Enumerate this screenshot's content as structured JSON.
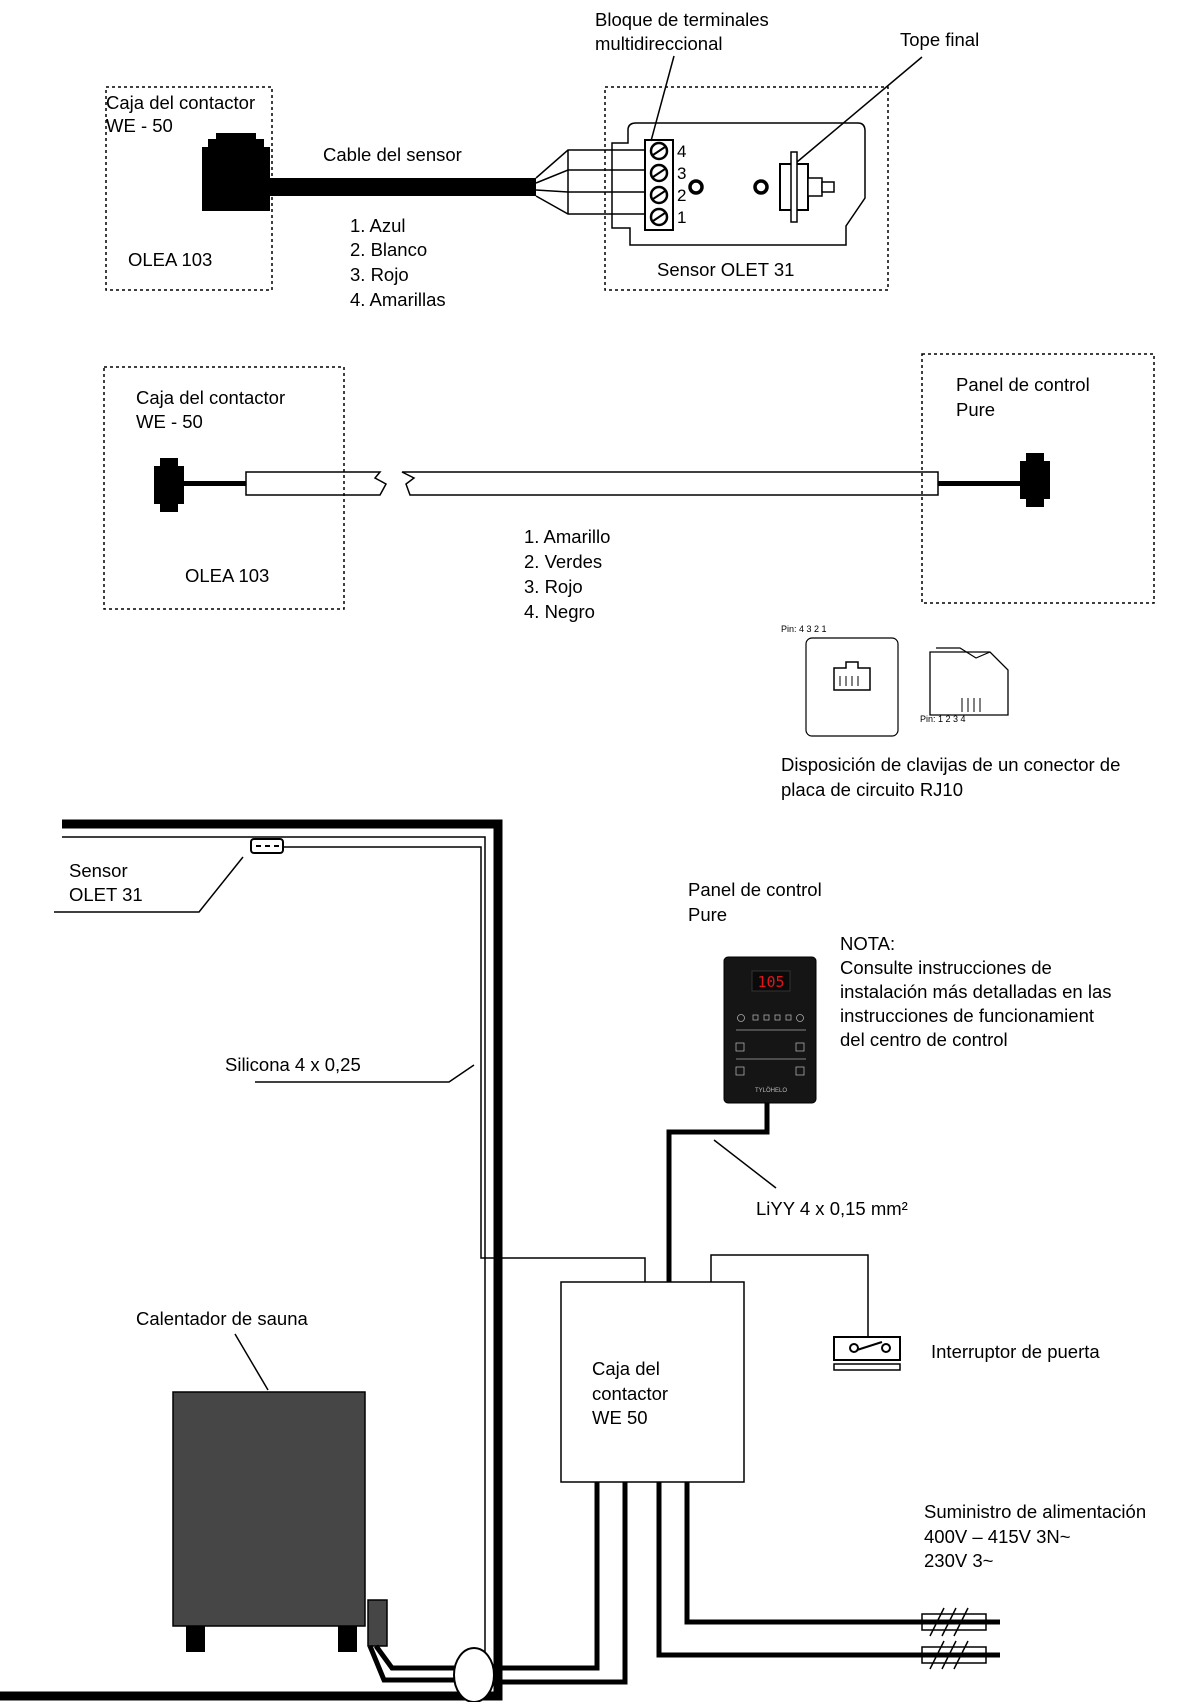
{
  "top": {
    "contactor_box_title": [
      "Caja del contactor",
      "WE - 50"
    ],
    "contactor_box_model": "OLEA 103",
    "sensor_cable_label": "Cable del sensor",
    "wire_colors": [
      "1.  Azul",
      "2.  Blanco",
      "3.  Rojo",
      "4.  Amarillas"
    ],
    "terminal_block_label": [
      "Bloque de terminales",
      "multidireccional"
    ],
    "end_stop_label": "Tope final",
    "terminal_numbers": [
      "4",
      "3",
      "2",
      "1"
    ],
    "sensor_label": "Sensor OLET 31"
  },
  "middle": {
    "contactor_box_title": [
      "Caja del contactor",
      "WE - 50"
    ],
    "contactor_box_model": "OLEA 103",
    "panel_title": [
      "Panel de control",
      "Pure"
    ],
    "wire_colors": [
      "1.  Amarillo",
      "2.  Verdes",
      "3.  Rojo",
      "4.  Negro"
    ],
    "rj10": {
      "pin_label_top": "Pin:  4   3   2   1",
      "pin_label_bottom": "Pin:  1   2   3   4",
      "caption": [
        "Disposición de clavijas de un conector de",
        "placa de circuito RJ10"
      ]
    }
  },
  "bottom": {
    "sensor_label": [
      "Sensor",
      "OLET 31"
    ],
    "panel_title": [
      "Panel de control",
      "Pure"
    ],
    "panel_display": "105",
    "panel_brand": "TYLÖHELO",
    "note": [
      "NOTA:",
      "Consulte instrucciones de",
      "instalación más detalladas en las",
      "instrucciones de funcionamient",
      "del centro de control"
    ],
    "silicone_cable": "Silicona 4 x 0,25",
    "liyy_cable": "LiYY 4 x 0,15 mm²",
    "heater_label": "Calentador de sauna",
    "contactor_box": [
      "Caja del",
      "contactor",
      "WE 50"
    ],
    "door_switch": "Interruptor de puerta",
    "power_supply": [
      "Suministro de alimentación",
      "400V – 415V 3N~",
      "230V 3~"
    ]
  }
}
